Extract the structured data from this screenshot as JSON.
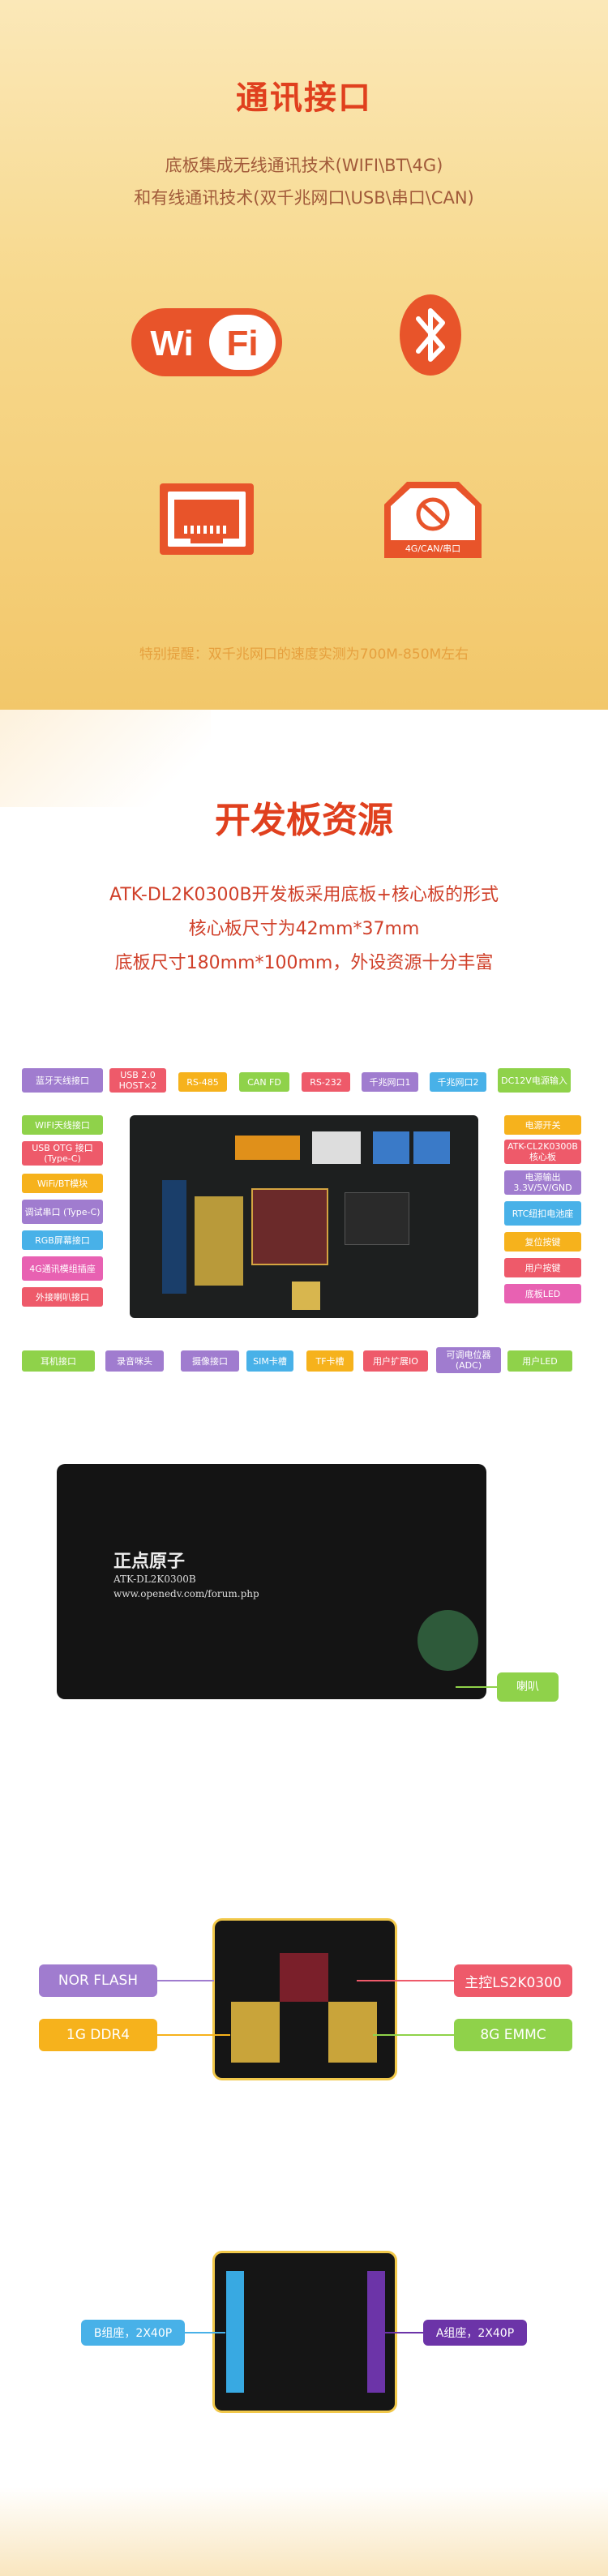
{
  "comm": {
    "title": "通讯接口",
    "line1": "底板集成无线通讯技术(WIFI\\BT\\4G)",
    "line2": "和有线通讯技术(双千兆网口\\USB\\串口\\CAN)",
    "wifi_text": "WiFi",
    "can_text": "4G/CAN/串口",
    "note": "特别提醒：双千兆网口的速度实测为700M-850M左右"
  },
  "board": {
    "title": "开发板资源",
    "line1": "ATK-DL2K0300B开发板采用底板+核心板的形式",
    "line2": "核心板尺寸为42mm*37mm",
    "line3": "底板尺寸180mm*100mm，外设资源十分丰富"
  },
  "top_labels": {
    "bt_ant": "蓝牙天线接口",
    "usb_host": "USB 2.0 HOST×2",
    "rs485": "RS-485",
    "canfd": "CAN FD",
    "rs232": "RS-232",
    "eth1": "千兆网口1",
    "eth2": "千兆网口2",
    "dc12v": "DC12V电源输入"
  },
  "left_labels": {
    "wifi_ant": "WIFI天线接口",
    "usb_otg": "USB OTG 接口 (Type-C)",
    "wifi_bt": "WiFi/BT模块",
    "debug": "调试串口 (Type-C)",
    "rgb": "RGB屏幕接口",
    "lte": "4G通讯模组插座",
    "spk": "外接喇叭接口"
  },
  "right_labels": {
    "power_sw": "电源开关",
    "core": "ATK-CL2K0300B核心板",
    "power_out": "电源输出 3.3V/5V/GND",
    "rtc": "RTC纽扣电池座",
    "reset": "复位按键",
    "user_key": "用户按键",
    "power_led": "底板LED"
  },
  "bottom_labels": {
    "headphone": "耳机接口",
    "mic": "录音咪头",
    "camera": "摄像接口",
    "sim": "SIM卡槽",
    "tf": "TF卡槽",
    "user_io": "用户扩展IO",
    "adc": "可调电位器 (ADC)",
    "user_led": "用户LED"
  },
  "back": {
    "logo": "正点原子",
    "model": "ATK-DL2K0300B",
    "url": "www.openedv.com/forum.php",
    "speaker": "喇叭"
  },
  "core_top": {
    "nor": "NOR FLASH",
    "ddr": "1G DDR4",
    "cpu": "主控LS2K0300",
    "emmc": "8G EMMC"
  },
  "core_bottom": {
    "b_conn": "B组座，2X40P",
    "a_conn": "A组座，2X40P"
  },
  "colors": {
    "accent": "#e0401e",
    "wifi": "#e8542a",
    "purple": "#a07ccf",
    "green": "#8fd24a",
    "orange": "#f6b21c",
    "red": "#ee5a6a",
    "blue": "#48b1e8"
  }
}
